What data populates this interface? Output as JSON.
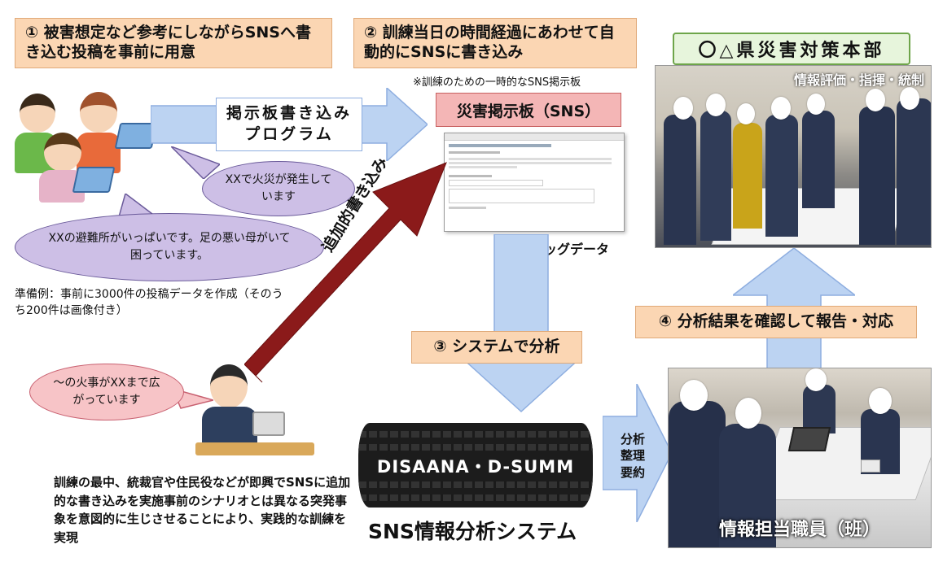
{
  "steps": {
    "s1": "① 被害想定など参考にしながらSNSへ書き込む投稿を事前に用意",
    "s2": "② 訓練当日の時間経過にあわせて自動的にSNSに書き込み",
    "s3": "③ システムで分析",
    "s4": "④ 分析結果を確認して報告・対応"
  },
  "hq": {
    "title": "〇△県災害対策本部",
    "caption": "情報評価・指揮・統制"
  },
  "program_label": "掲示板書き込み プログラム",
  "board": {
    "note": "※訓練のための一時的なSNS掲示板",
    "title": "災害掲示板（SNS）",
    "big_data_label": "ビッグデータ"
  },
  "bubbles": {
    "fire": "XXで火災が発生しています",
    "shelter": "XXの避難所がいっぱいです。足の悪い母がいて困っています。",
    "spread": "～の火事がXXまで広がっています"
  },
  "prep_note": "準備例：事前に3000件の投稿データを作成（そのうち200件は画像付き）",
  "additional_label": "追加的書き込み",
  "system": {
    "server_label": "DISAANA・D-SUMM",
    "name": "SNS情報分析システム"
  },
  "analysis_label": "分析整理要約",
  "staff_caption": "情報担当職員（班）",
  "training_note": "訓練の最中、統裁官や住民役などが即興でSNSに追加的な書き込みを実施事前のシナリオとは異なる突発事象を意図的に生じさせることにより、実践的な訓練を実現",
  "colors": {
    "step_fill": "#fbd6b3",
    "hq_fill": "#e7f5dc",
    "board_title_fill": "#f4b6b6",
    "arrow_blue": "#bcd3f2",
    "arrow_red": "#8b1a1a",
    "bubble_purple": "#cdbfe6",
    "bubble_pink": "#f7c4c7"
  }
}
